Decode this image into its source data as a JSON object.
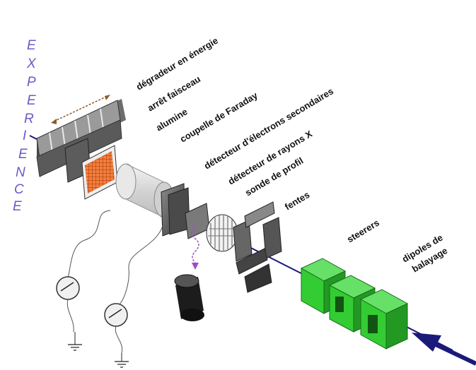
{
  "experience_letters": [
    "E",
    "X",
    "P",
    "E",
    "R",
    "I",
    "E",
    "N",
    "C",
    "E"
  ],
  "labels": {
    "degradeur": "dégradeur en énergie",
    "arret": "arrêt faisceau",
    "alumine": "alumine",
    "coupelle": "coupelle de Faraday",
    "det_electrons": "détecteur d'électrons secondaires",
    "det_rayons": "détecteur de rayons X",
    "sonde": "sonde de profil",
    "fentes": "fentes",
    "steerers": "steerers",
    "dipoles_1": "dipoles de",
    "dipoles_2": "balayage"
  },
  "colors": {
    "beam": "#1a1a7a",
    "experience": "#6a5ac8",
    "magnet": "#33cc33",
    "alumina": "#e85a20",
    "xray_arrow": "#9b4dca"
  }
}
